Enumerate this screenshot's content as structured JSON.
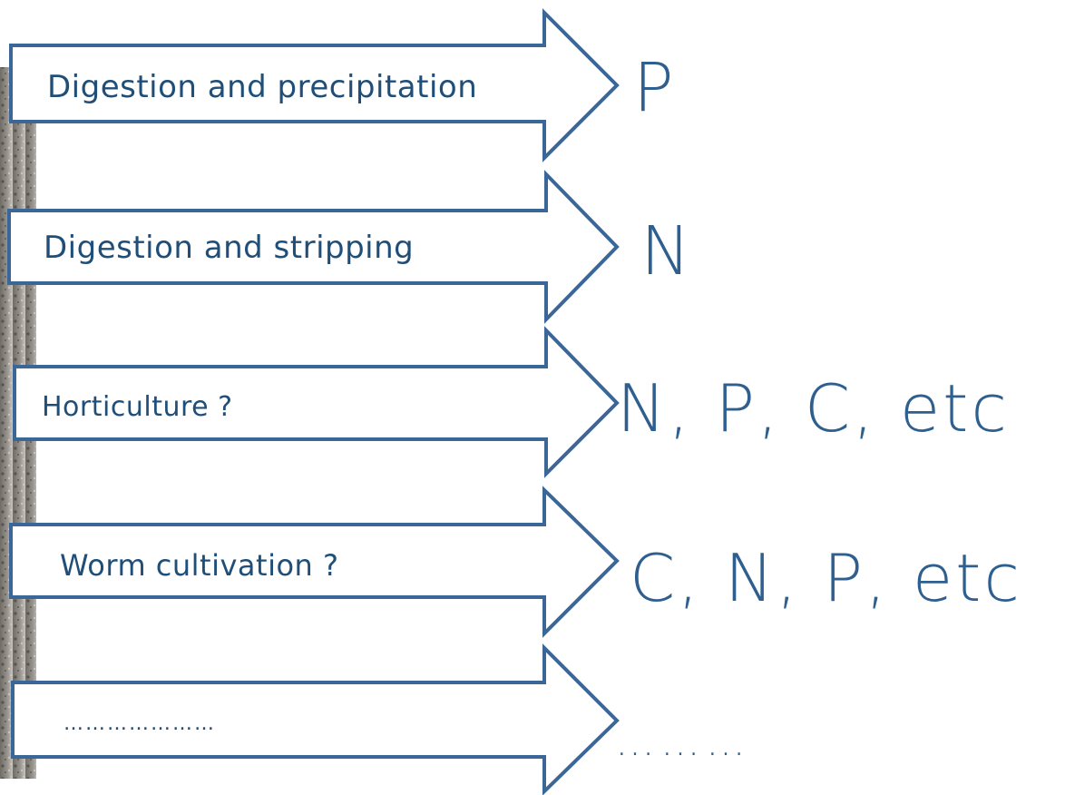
{
  "colors": {
    "arrow_stroke": "#3a6797",
    "label_text": "#1f4e79",
    "output_text": "#2e5f8f",
    "background_photo": "#8a8680"
  },
  "rows": [
    {
      "label": "Digestion and precipitation",
      "output": "P"
    },
    {
      "label": "Digestion and stripping",
      "output": "N"
    },
    {
      "label": "Horticulture ?",
      "output": "N, P, C, etc"
    },
    {
      "label": "Worm cultivation ?",
      "output": "C, N, P, etc"
    },
    {
      "label": "…………………",
      "output": "………"
    }
  ]
}
